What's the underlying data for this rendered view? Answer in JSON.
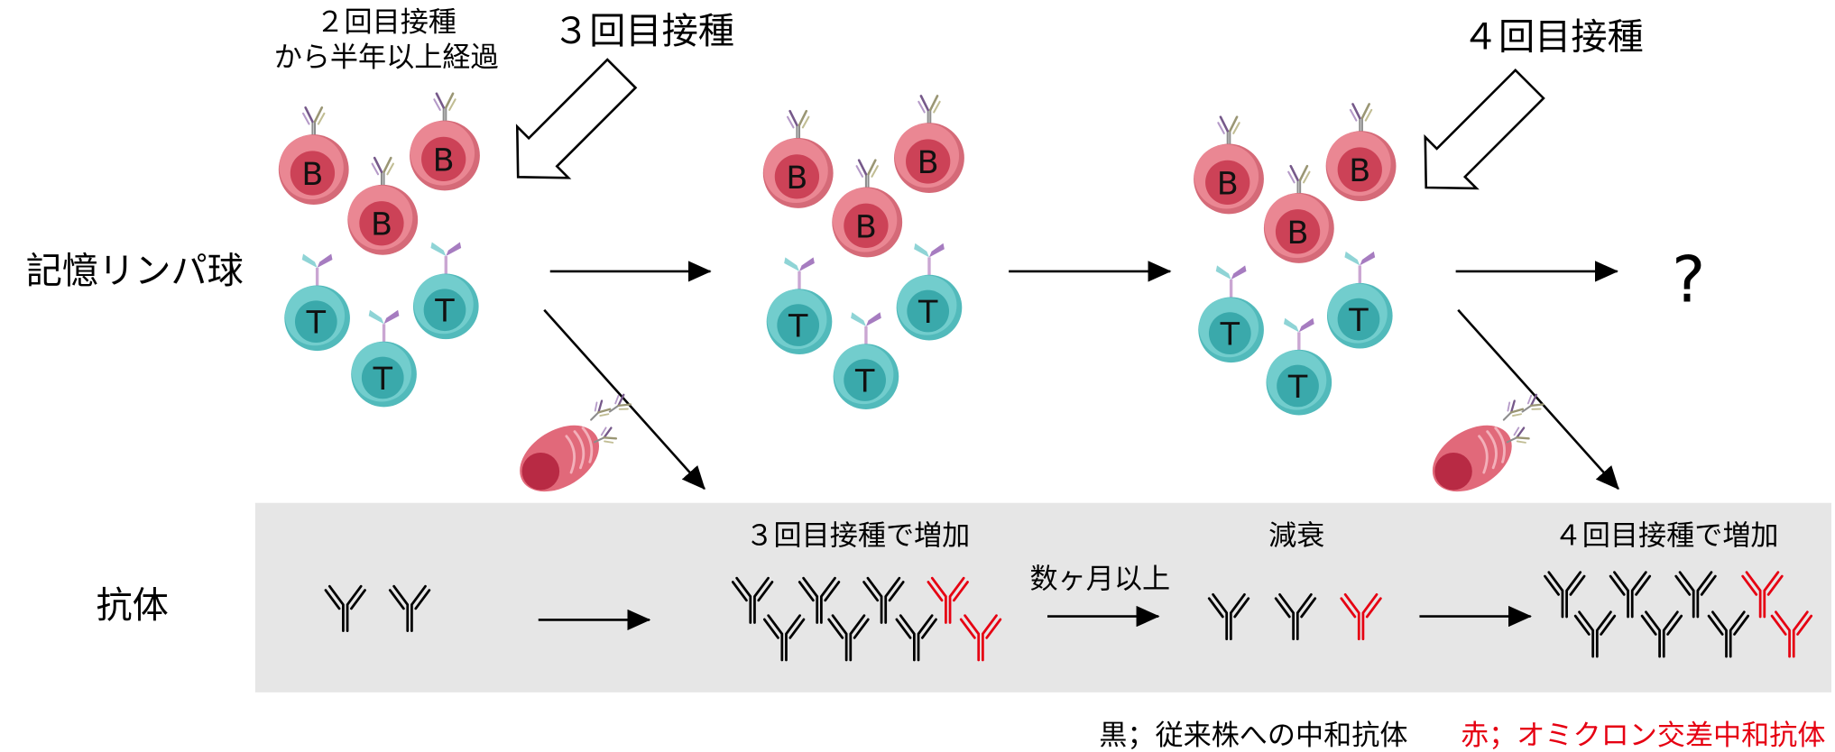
{
  "labels": {
    "second_dose": "２回目接種",
    "elapsed": "から半年以上経過",
    "third_dose": "３回目接種",
    "fourth_dose": "４回目接種",
    "memory_lymphocytes": "記憶リンパ球",
    "unknown": "?",
    "antibody": "抗体",
    "increase_after_third": "３回目接種で増加",
    "decay": "減衰",
    "increase_after_fourth": "４回目接種で増加",
    "several_months": "数ヶ月以上"
  },
  "cells": {
    "b_label": "B",
    "t_label": "T"
  },
  "antibody_groups": [
    {
      "black": 2,
      "red": 0
    },
    {
      "black": 6,
      "red": 2
    },
    {
      "black": 2,
      "red": 1
    },
    {
      "black": 6,
      "red": 2
    }
  ],
  "legend": {
    "black": "黒；従来株への中和抗体",
    "red": "赤；オミクロン交差中和抗体"
  },
  "colors": {
    "b_cell": "#ea8793",
    "b_cell_shade": "#d56a78",
    "b_nucleus": "#cc4257",
    "t_cell": "#72cdcd",
    "t_cell_shade": "#52babb",
    "t_nucleus": "#3aa9ab",
    "plasma_cell": "#e1697a",
    "plasma_nucleus": "#b82a44",
    "plasma_er": "#f3b0ba",
    "antibody_black": "#000000",
    "antibody_red": "#e60012",
    "legend_red": "#e60012",
    "band": "#e6e6e6",
    "text": "#000000"
  }
}
